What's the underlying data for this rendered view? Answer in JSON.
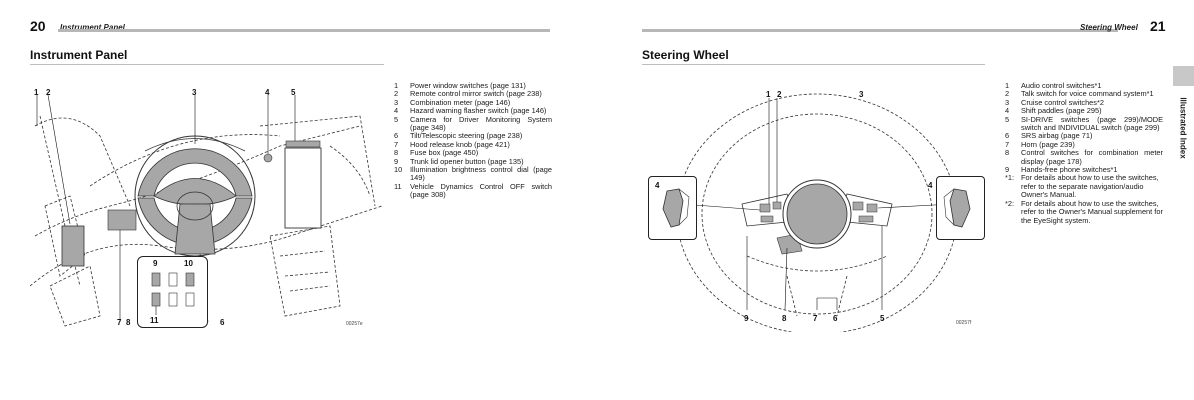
{
  "left_page": {
    "page_number": "20",
    "running_head": "Instrument Panel",
    "section_title": "Instrument Panel",
    "figure_code": "00257e",
    "callouts": {
      "c1": "1",
      "c2": "2",
      "c3": "3",
      "c4": "4",
      "c5": "5",
      "c6": "6",
      "c7": "7",
      "c8": "8",
      "c9": "9",
      "c10": "10",
      "c11": "11"
    },
    "legend": [
      {
        "num": "1",
        "text": "Power window switches (page 131)"
      },
      {
        "num": "2",
        "text": "Remote control mirror switch (page 238)"
      },
      {
        "num": "3",
        "text": "Combination meter (page 146)"
      },
      {
        "num": "4",
        "text": "Hazard warning flasher switch (page 146)"
      },
      {
        "num": "5",
        "text": "Camera for Driver Monitoring System (page 348)"
      },
      {
        "num": "6",
        "text": "Tilt/Telescopic steering (page 238)"
      },
      {
        "num": "7",
        "text": "Hood release knob (page 421)"
      },
      {
        "num": "8",
        "text": "Fuse box (page 450)"
      },
      {
        "num": "9",
        "text": "Trunk lid opener button (page 135)"
      },
      {
        "num": "10",
        "text": "Illumination brightness control dial (page 149)"
      },
      {
        "num": "11",
        "text": "Vehicle Dynamics Control OFF switch (page 308)"
      }
    ]
  },
  "right_page": {
    "page_number": "21",
    "running_head": "Steering Wheel",
    "section_title": "Steering Wheel",
    "figure_code": "00257f",
    "side_tab_label": "Illustrated Index",
    "callouts": {
      "c1": "1",
      "c2": "2",
      "c3": "3",
      "c4a": "4",
      "c4b": "4",
      "c5": "5",
      "c6": "6",
      "c7": "7",
      "c8": "8",
      "c9": "9"
    },
    "legend": [
      {
        "num": "1",
        "text": "Audio control switches*1"
      },
      {
        "num": "2",
        "text": "Talk switch for voice command system*1"
      },
      {
        "num": "3",
        "text": "Cruise control switches*2"
      },
      {
        "num": "4",
        "text": "Shift paddles (page 295)"
      },
      {
        "num": "5",
        "text": "SI-DRIVE switches (page 299)/MODE switch and INDIVIDUAL switch (page 299)"
      },
      {
        "num": "6",
        "text": "SRS airbag (page 71)"
      },
      {
        "num": "7",
        "text": "Horn (page 239)"
      },
      {
        "num": "8",
        "text": "Control switches for combination meter display (page 178)"
      },
      {
        "num": "9",
        "text": "Hands-free phone switches*1"
      }
    ],
    "notes": [
      {
        "num": "*1:",
        "text": "For details about how to use the switches, refer to the separate navigation/audio Owner's Manual."
      },
      {
        "num": "*2:",
        "text": "For details about how to use the switches, refer to the Owner's Manual supplement for the EyeSight system."
      }
    ]
  },
  "colors": {
    "header_bar": "#b7b7b7",
    "section_rule": "#bdbdbd",
    "index_tab": "#c8c8c8",
    "highlight_fill": "#a7a7a7"
  }
}
